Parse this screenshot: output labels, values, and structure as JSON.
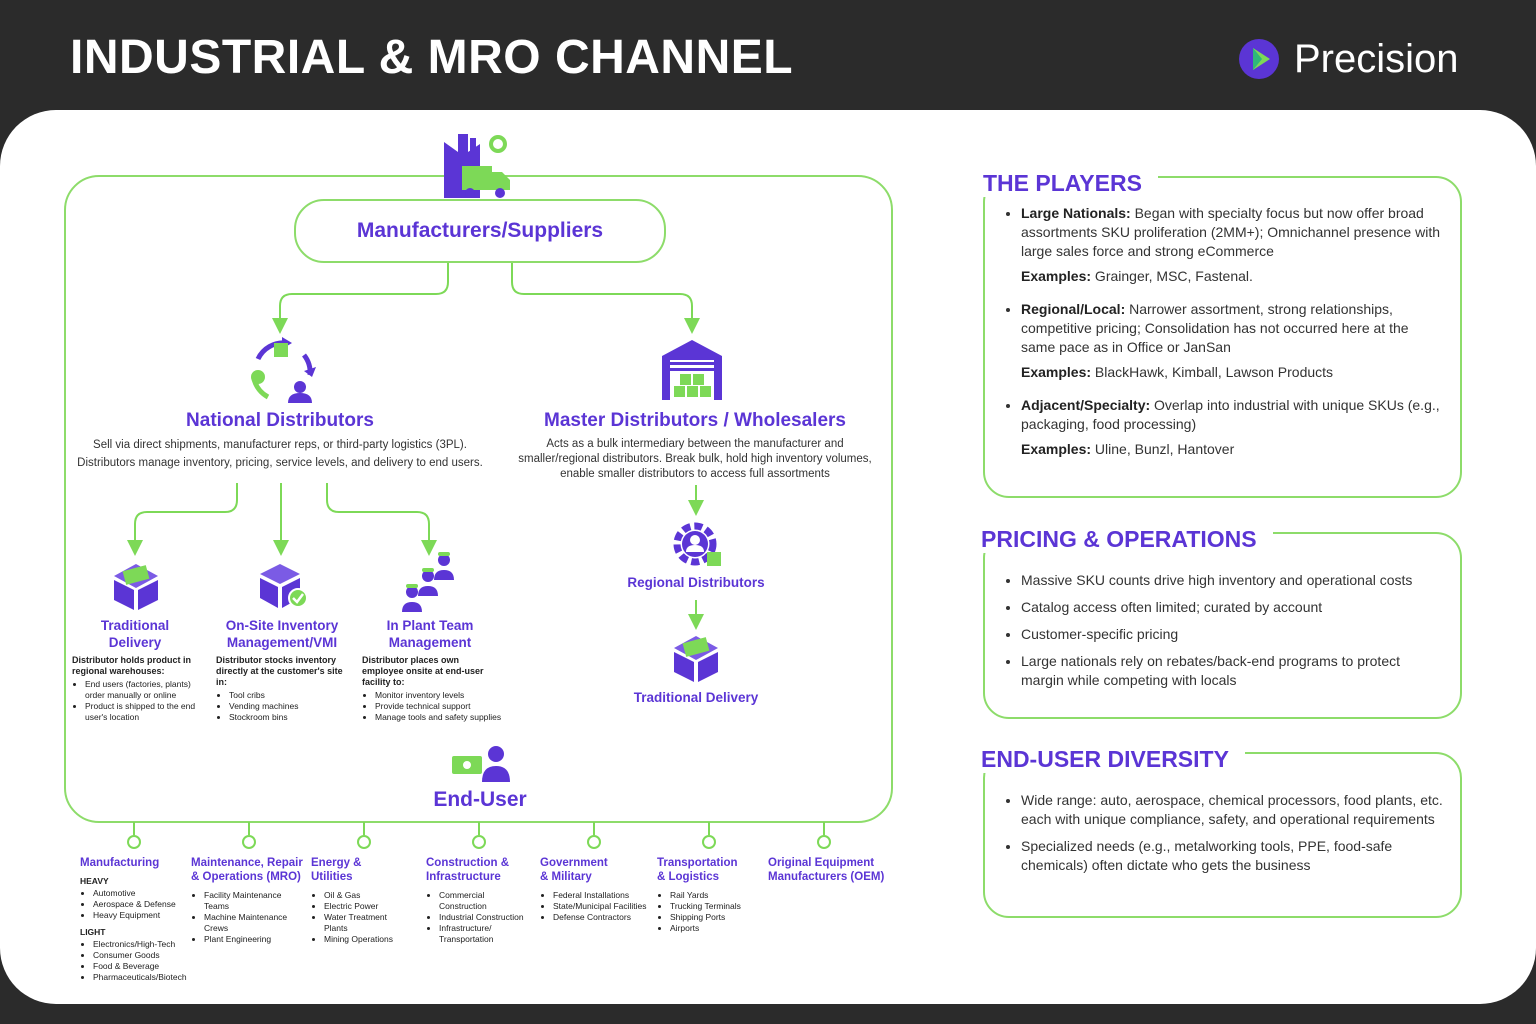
{
  "header": {
    "title": "INDUSTRIAL & MRO CHANNEL",
    "logo_text": "Precision"
  },
  "colors": {
    "purple": "#5b35d5",
    "green": "#7dd957",
    "dark": "#2b2b2b"
  },
  "diagram": {
    "manufacturers": "Manufacturers/Suppliers",
    "national": {
      "title": "National Distributors",
      "desc1": "Sell via direct shipments, manufacturer reps, or third-party logistics (3PL).",
      "desc2": "Distributors manage inventory, pricing, service levels, and delivery to end users."
    },
    "master": {
      "title": "Master Distributors / Wholesalers",
      "desc1": "Acts as a bulk intermediary between the manufacturer and",
      "desc2": "smaller/regional distributors. Break bulk, hold high inventory volumes,",
      "desc3": "enable smaller distributors to access full assortments"
    },
    "traditional": {
      "title1": "Traditional",
      "title2": "Delivery",
      "desc": "Distributor holds product in regional warehouses:",
      "items": [
        "End users (factories, plants) order manually or online",
        "Product is shipped to the end user's location"
      ]
    },
    "onsite": {
      "title1": "On-Site Inventory",
      "title2": "Management/VMI",
      "desc": "Distributor stocks inventory directly at the customer's site in:",
      "items": [
        "Tool cribs",
        "Vending machines",
        "Stockroom bins"
      ]
    },
    "inplant": {
      "title1": "In Plant Team",
      "title2": "Management",
      "desc": "Distributor places own employee onsite at end-user facility to:",
      "items": [
        "Monitor inventory levels",
        "Provide technical support",
        "Manage tools and safety supplies"
      ]
    },
    "regional": "Regional Distributors",
    "traditional_delivery": "Traditional Delivery",
    "end_user": "End-User"
  },
  "segments": [
    {
      "title1": "Manufacturing",
      "title2": "",
      "groups": [
        {
          "sub": "HEAVY",
          "items": [
            "Automotive",
            "Aerospace & Defense",
            "Heavy Equipment"
          ]
        },
        {
          "sub": "LIGHT",
          "items": [
            "Electronics/High-Tech",
            "Consumer Goods",
            "Food & Beverage",
            "Pharmaceuticals/Biotech"
          ]
        }
      ]
    },
    {
      "title1": "Maintenance, Repair",
      "title2": "& Operations (MRO)",
      "groups": [
        {
          "sub": "",
          "items": [
            "Facility Maintenance Teams",
            "Machine Maintenance Crews",
            "Plant Engineering"
          ]
        }
      ]
    },
    {
      "title1": "Energy &",
      "title2": "Utilities",
      "groups": [
        {
          "sub": "",
          "items": [
            "Oil & Gas",
            "Electric Power",
            "Water Treatment Plants",
            "Mining Operations"
          ]
        }
      ]
    },
    {
      "title1": "Construction &",
      "title2": "Infrastructure",
      "groups": [
        {
          "sub": "",
          "items": [
            "Commercial Construction",
            "Industrial Construction",
            "Infrastructure/ Transportation"
          ]
        }
      ]
    },
    {
      "title1": "Government",
      "title2": "& Military",
      "groups": [
        {
          "sub": "",
          "items": [
            "Federal Installations",
            "State/Municipal Facilities",
            "Defense Contractors"
          ]
        }
      ]
    },
    {
      "title1": "Transportation",
      "title2": "& Logistics",
      "groups": [
        {
          "sub": "",
          "items": [
            "Rail Yards",
            "Trucking Terminals",
            "Shipping Ports",
            "Airports"
          ]
        }
      ]
    },
    {
      "title1": "Original Equipment",
      "title2": "Manufacturers (OEM)",
      "groups": []
    }
  ],
  "players": {
    "title": "THE PLAYERS",
    "items": [
      {
        "label": "Large Nationals:",
        "text": " Began with specialty focus but now offer broad assortments SKU proliferation (2MM+); Omnichannel presence with large sales force and strong eCommerce",
        "ex_label": "Examples:",
        "ex_text": " Grainger, MSC, Fastenal."
      },
      {
        "label": "Regional/Local:",
        "text": " Narrower assortment, strong relationships, competitive pricing; Consolidation has not occurred here at the same pace as in Office or JanSan",
        "ex_label": "Examples:",
        "ex_text": " BlackHawk, Kimball, Lawson Products"
      },
      {
        "label": "Adjacent/Specialty:",
        "text": " Overlap into industrial with unique SKUs (e.g., packaging, food processing)",
        "ex_label": "Examples:",
        "ex_text": " Uline, Bunzl, Hantover"
      }
    ]
  },
  "pricing": {
    "title": "PRICING & OPERATIONS",
    "items": [
      "Massive SKU counts drive high inventory and operational costs",
      "Catalog access often limited; curated by account",
      "Customer-specific pricing",
      "Large nationals rely on rebates/back-end programs to protect margin while competing with locals"
    ]
  },
  "diversity": {
    "title": "END-USER DIVERSITY",
    "items": [
      "Wide range: auto, aerospace, chemical processors, food plants, etc. each with unique compliance, safety, and operational requirements",
      "Specialized needs (e.g., metalworking tools, PPE, food-safe chemicals) often dictate who gets the business"
    ]
  }
}
